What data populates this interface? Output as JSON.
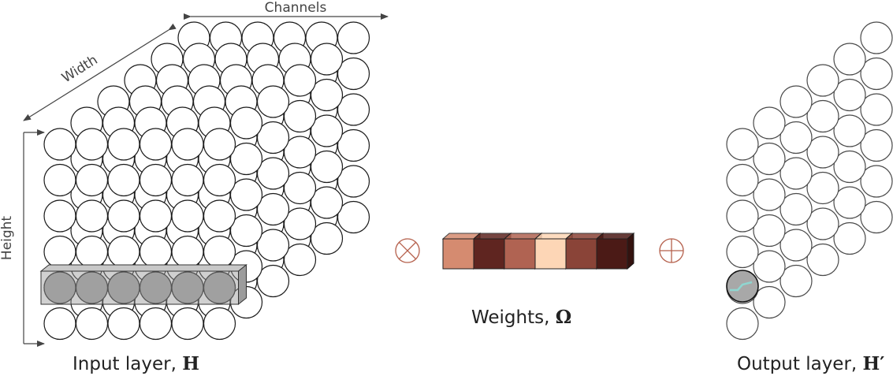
{
  "input_layer": {
    "axis_labels": {
      "width": "Width",
      "channels": "Channels",
      "height": "Height"
    },
    "caption": {
      "text": "Input layer, ",
      "symbol": "H"
    },
    "grid": {
      "rows": 6,
      "cols": 6,
      "depth": 6
    },
    "highlight_row": 4
  },
  "operators": {
    "multiply": "⊗",
    "add": "⊕"
  },
  "weights": {
    "caption": {
      "text": "Weights, ",
      "symbol": "Ω"
    },
    "colors": [
      "#d58b70",
      "#5f2520",
      "#b06352",
      "#fdd6b6",
      "#8a4438",
      "#4b1a16"
    ]
  },
  "output_layer": {
    "caption": {
      "text": "Output layer, ",
      "symbol": "H′"
    },
    "grid": {
      "rows": 6,
      "depth": 6
    },
    "highlight_row": 4
  },
  "colors": {
    "circle_stroke": "#1a1a1a",
    "output_stroke": "#4a4a4a",
    "highlight_fill": "#a8a8a8",
    "operator_color": "#b5604c",
    "accent_curve": "#8fd6d0"
  }
}
